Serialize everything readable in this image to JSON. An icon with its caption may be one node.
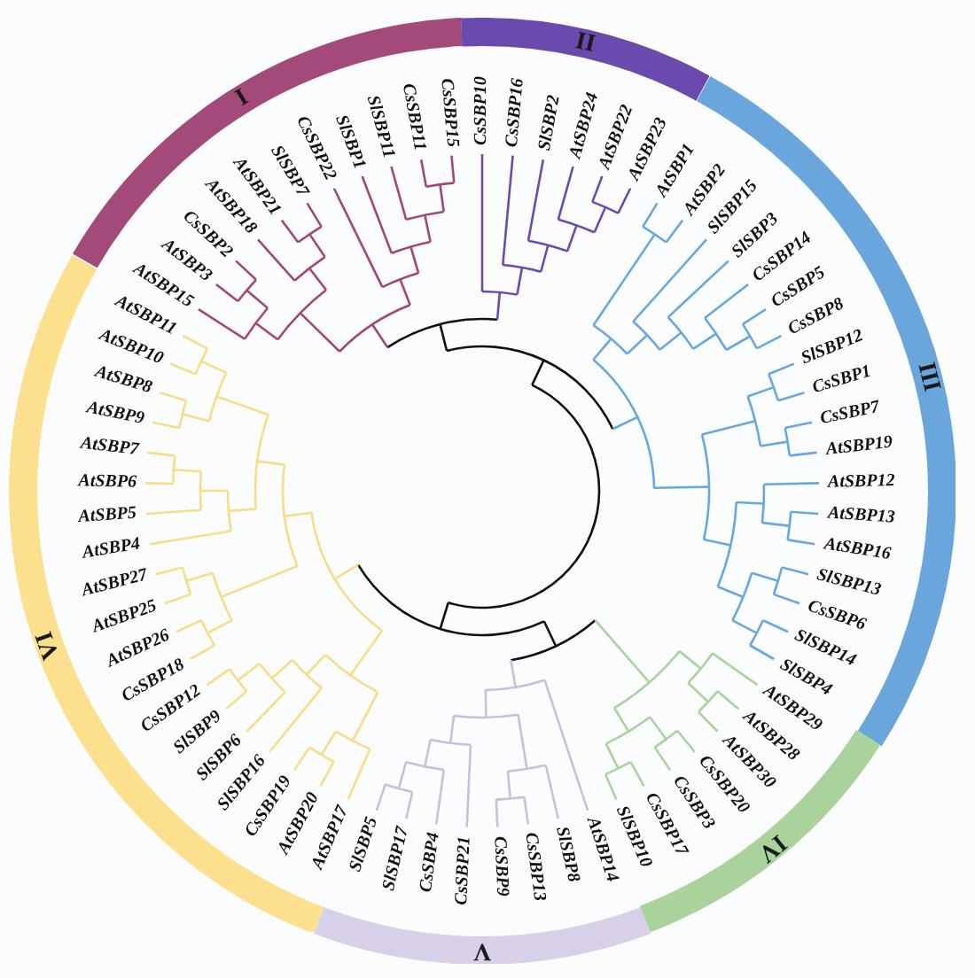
{
  "diagram": {
    "nodes": [
      {
        "text": [
          "I"
        ]
      },
      {
        "text": [
          "II"
        ]
      },
      {
        "text": [
          "III"
        ]
      },
      {
        "text": [
          "IV"
        ]
      },
      {
        "text": [
          "V"
        ]
      },
      {
        "text": [
          "VI"
        ]
      }
    ],
    "labels": [
      "AtSBP15",
      "AtSBP3",
      "CsSBP2",
      "AtSBP18",
      "AtSBP21",
      "SlSBP7",
      "CsSBP22",
      "SlSBP1",
      "SlSBP11",
      "CsSBP11",
      "CsSBP15",
      "CsSBP10",
      "CsSBP16",
      "SlSBP2",
      "AtSBP24",
      "AtSBP22",
      "AtSBP23",
      "AtSBP1",
      "AtSBP2",
      "SlSBP15",
      "SlSBP3",
      "CsSBP14",
      "CsSBP5",
      "CsSBP8",
      "SlSBP12",
      "CsSBP1",
      "CsSBP7",
      "AtSBP19",
      "AtSBP12",
      "AtSBP13",
      "AtSBP16",
      "SlSBP13",
      "CsSBP6",
      "SlSBP14",
      "SlSBP4",
      "AtSBP29",
      "AtSBP28",
      "AtSBP30",
      "CsSBP20",
      "CsSBP3",
      "CsSBP17",
      "SlSBP10",
      "AtSBP11",
      "AtSBP10",
      "AtSBP8",
      "AtSBP9",
      "AtSBP7",
      "AtSBP6",
      "AtSBP5",
      "AtSBP4",
      "AtSBP27",
      "AtSBP25",
      "AtSBP26",
      "CsSBP18",
      "CsSBP12",
      "SlSBP9",
      "SlSBP6",
      "SlSBP16",
      "CsSBP19",
      "AtSBP20",
      "AtSBP17",
      "SlSBP5",
      "SlSBP17",
      "CsSBP4",
      "CsSBP21",
      "CsSBP9",
      "CsSBP13",
      "SlSBP8",
      "AtSBP14"
    ]
  }
}
